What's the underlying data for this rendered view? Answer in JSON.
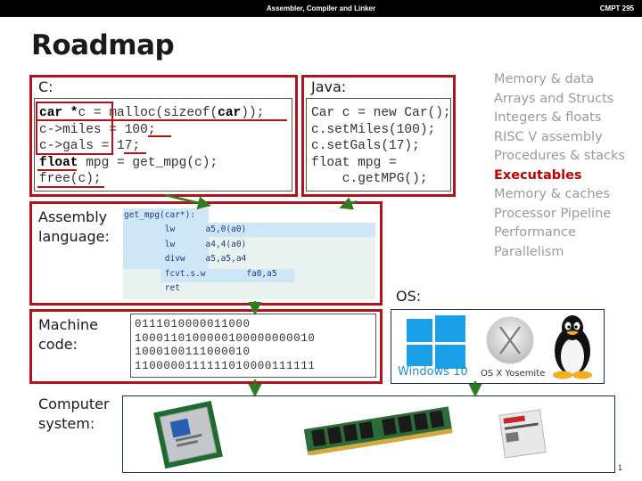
{
  "header": {
    "center": "Assembler, Compiler and Linker",
    "right": "CMPT 295"
  },
  "title": "Roadmap",
  "c_box": {
    "label": "C:",
    "lines": [
      {
        "parts": [
          {
            "t": "car *",
            "b": true
          },
          {
            "t": "c = malloc(sizeof(",
            "b": false
          },
          {
            "t": "car",
            "b": true
          },
          {
            "t": "));",
            "b": false
          }
        ]
      },
      {
        "parts": [
          {
            "t": "c->miles = 100;",
            "b": false
          }
        ]
      },
      {
        "parts": [
          {
            "t": "c->gals = 17;",
            "b": false
          }
        ]
      },
      {
        "parts": [
          {
            "t": "float",
            "b": true
          },
          {
            "t": " mpg = get_mpg(c);",
            "b": false
          }
        ]
      },
      {
        "parts": [
          {
            "t": "free(c);",
            "b": false
          }
        ]
      }
    ]
  },
  "java_box": {
    "label": "Java:",
    "lines": [
      "Car c = new Car();",
      "c.setMiles(100);",
      "c.setGals(17);",
      "float mpg =",
      "    c.getMPG();"
    ]
  },
  "assembly": {
    "label_line1": "Assembly",
    "label_line2": "language:",
    "func": "get_mpg(car*):",
    "lines": [
      "        lw      a5,0(a0)",
      "        lw      a4,4(a0)",
      "        divw    a5,a5,a4",
      "        fcvt.s.w        fa0,a5",
      "        ret"
    ]
  },
  "machine": {
    "label_line1": "Machine",
    "label_line2": "code:",
    "lines": [
      "0111010000011000",
      "1000110100000100000000010",
      "1000100111000010",
      "1100000111111010000111111"
    ]
  },
  "os": {
    "label": "OS:",
    "windows_label": "Windows 10",
    "osx_label": "OS X Yosemite"
  },
  "system": {
    "label_line1": "Computer",
    "label_line2": "system:"
  },
  "roadmap_items": [
    "Memory & data",
    "Arrays and Structs",
    "Integers & floats",
    "RISC V assembly",
    "Procedures & stacks",
    "Executables",
    "Memory & caches",
    "Processor Pipeline",
    "Performance",
    "Parallelism"
  ],
  "active_item": "Executables",
  "page_number": "1",
  "colors": {
    "accent_red": "#b3121a",
    "arrow_green": "#2e7d1e",
    "navy": "#1c2a6e"
  }
}
